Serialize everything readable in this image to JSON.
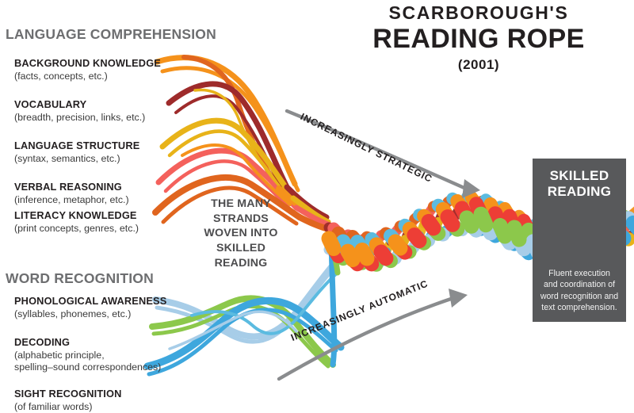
{
  "title": {
    "superline": "SCARBOROUGH'S",
    "main": "READING ROPE",
    "year": "(2001)"
  },
  "sections": [
    {
      "heading": "LANGUAGE COMPREHENSION",
      "entries": [
        {
          "title": "BACKGROUND KNOWLEDGE",
          "subtitle": "(facts, concepts, etc.)"
        },
        {
          "title": "VOCABULARY",
          "subtitle": "(breadth, precision, links, etc.)"
        },
        {
          "title": "LANGUAGE STRUCTURE",
          "subtitle": "(syntax, semantics, etc.)"
        },
        {
          "title": "VERBAL REASONING",
          "subtitle": "(inference, metaphor, etc.)"
        },
        {
          "title": "LITERACY KNOWLEDGE",
          "subtitle": "(print concepts, genres, etc.)"
        }
      ]
    },
    {
      "heading": "WORD RECOGNITION",
      "entries": [
        {
          "title": "PHONOLOGICAL AWARENESS",
          "subtitle": "(syllables, phonemes, etc.)"
        },
        {
          "title": "DECODING",
          "subtitle": "(alphabetic principle,\nspelling–sound correspondences)"
        },
        {
          "title": "SIGHT RECOGNITION",
          "subtitle": "(of familiar words)"
        }
      ]
    }
  ],
  "center_caption": "THE MANY\nSTRANDS\nWOVEN INTO\nSKILLED\nREADING",
  "arrows": {
    "upper_label": "INCREASINGLY STRATEGIC",
    "lower_label": "INCREASINGLY AUTOMATIC",
    "color": "#8a8c8e"
  },
  "panel": {
    "title": "SKILLED\nREADING",
    "body": "Fluent execution\nand coordination of\nword recognition and\ntext comprehension.",
    "background": "#58595b",
    "title_color": "#ffffff"
  },
  "palette": {
    "orange": "#f5921b",
    "maroon": "#9e2b2b",
    "gold": "#e8b319",
    "coral": "#f4615c",
    "dark_orange": "#e0651e",
    "red": "#ed3e36",
    "light_blue": "#a7cde8",
    "green": "#8cc84b",
    "blue": "#3ea7dd",
    "mid_blue": "#5bbbe0",
    "heading_gray": "#6d6e70",
    "text_black": "#231f20",
    "background": "#ffffff"
  },
  "rope": {
    "warm_strand_order": [
      "orange",
      "maroon",
      "gold",
      "coral",
      "dark_orange",
      "red"
    ],
    "cool_strand_order": [
      "light_blue",
      "green",
      "blue"
    ],
    "braid_segment_colors": [
      "#f5921b",
      "#ed3e36",
      "#8cc84b",
      "#a7cde8",
      "#3ea7dd",
      "#e8b319",
      "#9e2b2b",
      "#f4615c",
      "#e0651e",
      "#5bbbe0"
    ],
    "description": "Six warm strands from upper-left and three cool strands from lower-left weave together into a single multicolored braided rope travelling to the right edge."
  }
}
